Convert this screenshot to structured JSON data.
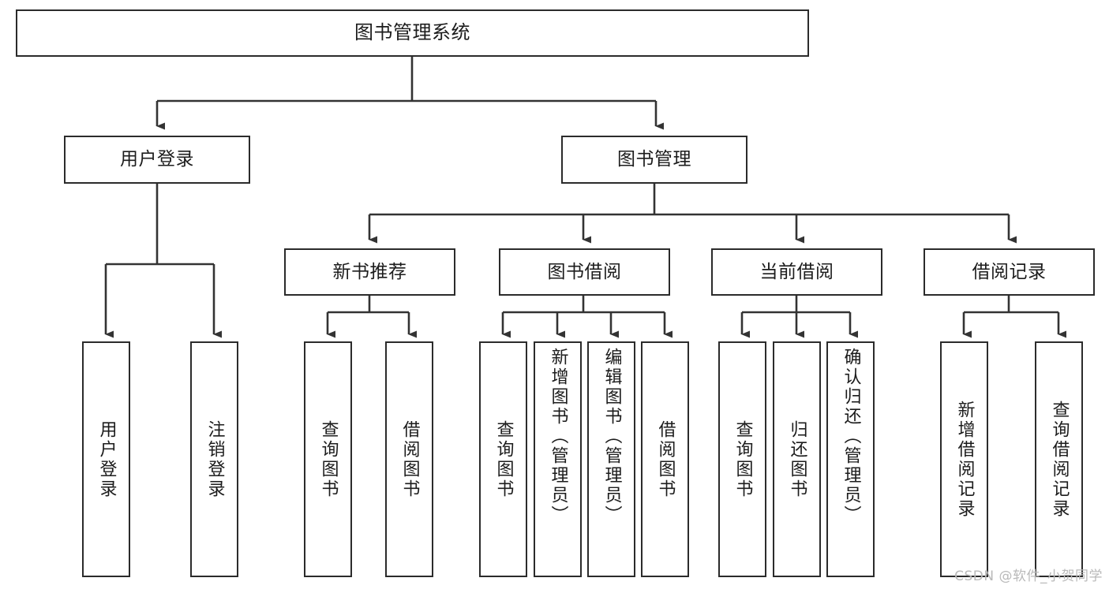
{
  "diagram": {
    "title": "图书管理系统",
    "type": "hierarchy-tree",
    "orientation": "top-down",
    "colors": {
      "background": "#ffffff",
      "box_border": "#2b2b2b",
      "box_fill": "#ffffff",
      "connector": "#333333",
      "text": "#1c1c1c",
      "watermark": "#b9b9b9"
    },
    "watermark": "CSDN @软件_小贺同学",
    "levels": [
      {
        "level": 1,
        "nodes": [
          {
            "id": "root",
            "label": "图书管理系统",
            "orientation": "horizontal"
          }
        ]
      },
      {
        "level": 2,
        "nodes": [
          {
            "id": "login",
            "label": "用户登录",
            "orientation": "horizontal",
            "parent": "root"
          },
          {
            "id": "bookmgmt",
            "label": "图书管理",
            "orientation": "horizontal",
            "parent": "root"
          }
        ]
      },
      {
        "level": 3,
        "nodes": [
          {
            "id": "newbook",
            "label": "新书推荐",
            "orientation": "horizontal",
            "parent": "bookmgmt"
          },
          {
            "id": "borrow",
            "label": "图书借阅",
            "orientation": "horizontal",
            "parent": "bookmgmt"
          },
          {
            "id": "current",
            "label": "当前借阅",
            "orientation": "horizontal",
            "parent": "bookmgmt"
          },
          {
            "id": "records",
            "label": "借阅记录",
            "orientation": "horizontal",
            "parent": "bookmgmt"
          }
        ]
      },
      {
        "level": 4,
        "nodes": [
          {
            "id": "leaf-login-1",
            "label": "用户登录",
            "orientation": "vertical",
            "parent": "login"
          },
          {
            "id": "leaf-login-2",
            "label": "注销登录",
            "orientation": "vertical",
            "parent": "login"
          },
          {
            "id": "leaf-newbook-1",
            "label": "查询图书",
            "orientation": "vertical",
            "parent": "newbook"
          },
          {
            "id": "leaf-newbook-2",
            "label": "借阅图书",
            "orientation": "vertical",
            "parent": "newbook"
          },
          {
            "id": "leaf-borrow-1",
            "label": "查询图书",
            "orientation": "vertical",
            "parent": "borrow"
          },
          {
            "id": "leaf-borrow-2",
            "label": "新增图书（管理员）",
            "orientation": "vertical",
            "parent": "borrow"
          },
          {
            "id": "leaf-borrow-3",
            "label": "编辑图书（管理员）",
            "orientation": "vertical",
            "parent": "borrow"
          },
          {
            "id": "leaf-borrow-4",
            "label": "借阅图书",
            "orientation": "vertical",
            "parent": "borrow"
          },
          {
            "id": "leaf-current-1",
            "label": "查询图书",
            "orientation": "vertical",
            "parent": "current"
          },
          {
            "id": "leaf-current-2",
            "label": "归还图书",
            "orientation": "vertical",
            "parent": "current"
          },
          {
            "id": "leaf-current-3",
            "label": "确认归还（管理员）",
            "orientation": "vertical",
            "parent": "current"
          },
          {
            "id": "leaf-records-1",
            "label": "新增借阅记录",
            "orientation": "vertical",
            "parent": "records"
          },
          {
            "id": "leaf-records-2",
            "label": "查询借阅记录",
            "orientation": "vertical",
            "parent": "records"
          }
        ]
      }
    ]
  }
}
